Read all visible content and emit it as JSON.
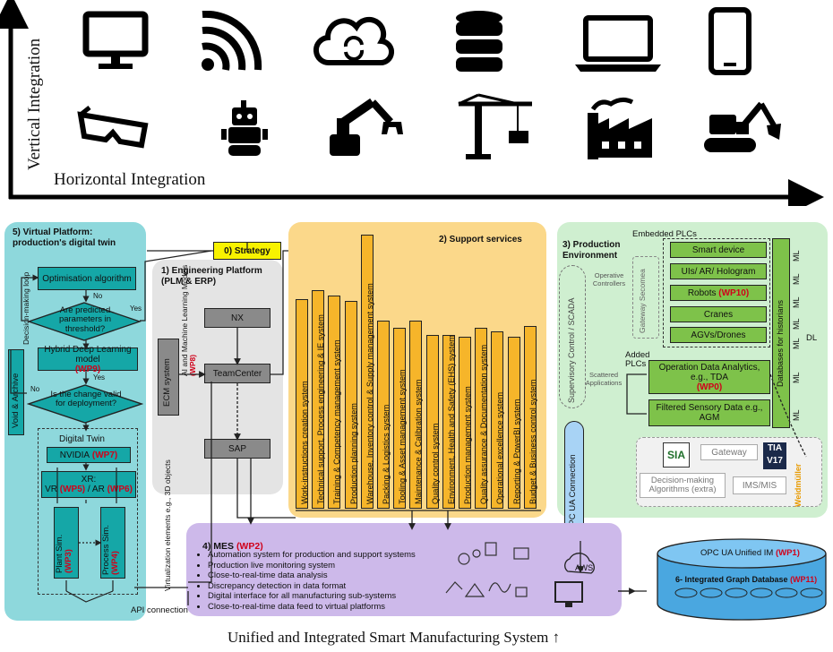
{
  "axes": {
    "vertical_label": "Vertical Integration",
    "horizontal_label": "Horizontal Integration"
  },
  "icons_row1": [
    "monitor-icon",
    "wifi-icon",
    "cloud-sync-icon",
    "database-icon",
    "laptop-icon",
    "smartphone-icon"
  ],
  "icons_row2": [
    "vr-glasses-icon",
    "robot-icon",
    "robot-arm-icon",
    "crane-icon",
    "factory-icon",
    "excavator-icon"
  ],
  "virtual_platform": {
    "title": "5) Virtual Platform: production's digital twin",
    "optimisation": "Optimisation algorithm",
    "decision_loop": "Decision-making loop",
    "predicted_q": "Are predicted parameters in threshold?",
    "yes": "Yes",
    "no": "No",
    "hdl": "Hybrid Deep Learning model",
    "hdl_wp": "(WP9)",
    "valid_q": "Is the change valid for deployment?",
    "void": "Void & Archive",
    "digital_twin": "Digital Twin",
    "nvidia": "NVIDIA",
    "nvidia_wp": "(WP7)",
    "xr": "XR:",
    "vr": "VR",
    "vr_wp": "(WP5)",
    "ar": "/ AR",
    "ar_wp": "(WP6)",
    "plant": "Plant Sim.",
    "plant_wp": "(WP3)",
    "process": "Process Sim.",
    "process_wp": "(WP4)"
  },
  "strategy": "0) Strategy",
  "engineering": {
    "title": "1) Engineering Platform (PLM & ERP)",
    "nx": "NX",
    "teamcenter": "TeamCenter",
    "sap": "SAP",
    "ecm": "ECM system",
    "ai_ml": "AI and Machine Learning Models",
    "ai_wp": "(WP8)",
    "virtualization": "Virtualization elements e.g., 3D objects"
  },
  "support": {
    "title": "2) Support services",
    "systems": [
      "Work-instructions creation system",
      "Technical support, Process engineering & IE system",
      "Training & Competency management system",
      "Production planning system",
      "Warehouse, Inventory control & Supply management system",
      "Packing & Logistics system",
      "Tooling & Asset management system",
      "Maintenance & Calibration system",
      "Quality control system",
      "Environment, Health and Safety (EHS) system",
      "Production management system",
      "Quality assurance & Documentation system",
      "Operational excellence system",
      "Reporting & PowerBI system",
      "Budget & Business control system"
    ]
  },
  "production": {
    "title": "3) Production Environment",
    "embedded": "Embedded PLCs",
    "smart": "Smart device",
    "uis": "UIs/ AR/ Hologram",
    "robots": "Robots",
    "robots_wp": "(WP10)",
    "cranes": "Cranes",
    "agvs": "AGVs/Drones",
    "operative": "Operative Controllers",
    "gateway_sec": "Gateway Secomea",
    "scada": "Supervisory Control / SCADA",
    "added_plcs": "Added PLCs",
    "scattered": "Scattered Applications",
    "opdata": "Operation Data Analytics, e.g., TDA",
    "opdata_wp": "(WP0)",
    "filtered": "Filtered Sensory Data e.g., AGM",
    "historians": "Databases for historians",
    "ml": "ML",
    "dl": "DL",
    "sia": "SIA",
    "gateway": "Gateway",
    "tia": "TIA",
    "tia_v": "V17",
    "weidmuller": "Weidmüller",
    "decision_algs": "Decision-making Algorithms (extra)",
    "ims": "IMS/MIS"
  },
  "opcua_conn": "OPC UA Connection",
  "mes": {
    "title": "4) MES",
    "title_wp": "(WP2)",
    "bullets": [
      "Automation system for production and support systems",
      "Production live monitoring system",
      "Close-to-real-time data analysis",
      "Discrepancy detection in data format",
      "Digital interface for all manufacturing sub-systems",
      "Close-to-real-time data feed to virtual platforms"
    ],
    "aws": "AWS"
  },
  "api": "API connection",
  "graphdb": {
    "opc": "OPC UA Unified IM",
    "opc_wp": "(WP1)",
    "title": "6- Integrated Graph Database",
    "title_wp": "(WP11)"
  },
  "footer": "Unified and Integrated Smart Manufacturing System ↑"
}
